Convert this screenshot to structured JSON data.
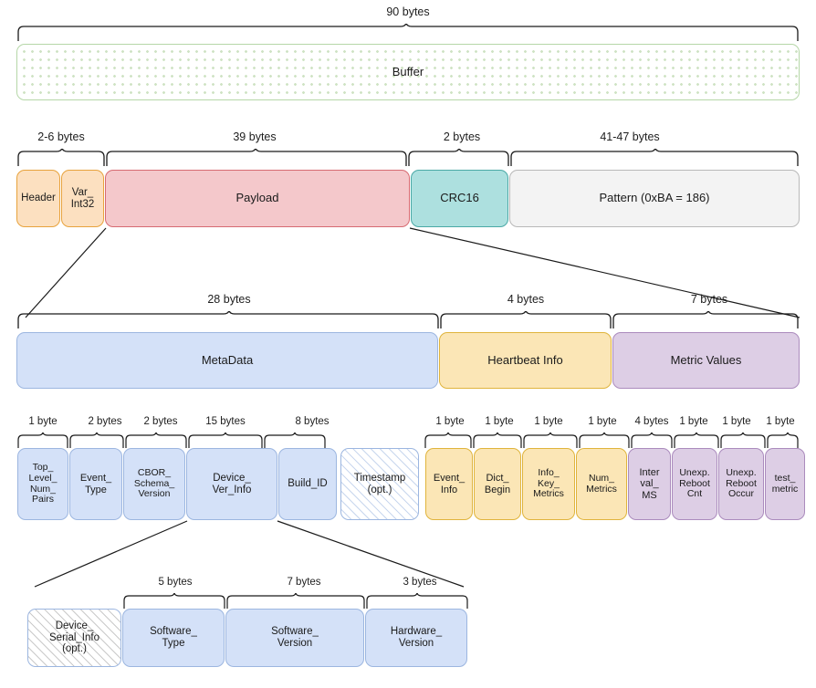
{
  "diagram": {
    "title": "Buffer packet byte layout",
    "colors": {
      "buffer_fill": "#ffffff",
      "buffer_stroke": "#b6d7a8",
      "orange": "#fce0c0",
      "pink": "#f4c8cb",
      "teal": "#ade0df",
      "grey": "#f3f3f3",
      "blue": "#d4e1f8",
      "yellow": "#fbe6b6",
      "purple": "#ddcee5"
    }
  },
  "row1": {
    "brace_label": "90 bytes",
    "blocks": [
      {
        "label": "Buffer",
        "style": "buffer"
      }
    ]
  },
  "row2": {
    "brace_labels": [
      "2-6 bytes",
      "39 bytes",
      "2 bytes",
      "41-47 bytes"
    ],
    "blocks": [
      {
        "label": "Header",
        "style": "orange"
      },
      {
        "label": "Var_\nInt32",
        "style": "orange"
      },
      {
        "label": "Payload",
        "style": "pink"
      },
      {
        "label": "CRC16",
        "style": "teal"
      },
      {
        "label": "Pattern (0xBA = 186)",
        "style": "grey"
      }
    ]
  },
  "row3": {
    "brace_labels": [
      "28 bytes",
      "4 bytes",
      "7 bytes"
    ],
    "blocks": [
      {
        "label": "MetaData",
        "style": "blue"
      },
      {
        "label": "Heartbeat Info",
        "style": "yellow"
      },
      {
        "label": "Metric Values",
        "style": "purple"
      }
    ]
  },
  "row4": {
    "brace_labels": [
      "1 byte",
      "2 bytes",
      "2 bytes",
      "15 bytes",
      "8 bytes",
      "1 byte",
      "1 byte",
      "1 byte",
      "1 byte",
      "4 bytes",
      "1 byte",
      "1 byte",
      "1 byte"
    ],
    "blocks": [
      {
        "label": "Top_\nLevel_\nNum_\nPairs",
        "style": "blue"
      },
      {
        "label": "Event_\nType",
        "style": "blue"
      },
      {
        "label": "CBOR_\nSchema_\nVersion",
        "style": "blue"
      },
      {
        "label": "Device_\nVer_Info",
        "style": "blue"
      },
      {
        "label": "Build_ID",
        "style": "blue"
      },
      {
        "label": "Timestamp\n(opt.)",
        "style": "hatchblue"
      },
      {
        "label": "Event_\nInfo",
        "style": "yellow"
      },
      {
        "label": "Dict_\nBegin",
        "style": "yellow"
      },
      {
        "label": "Info_\nKey_\nMetrics",
        "style": "yellow"
      },
      {
        "label": "Num_\nMetrics",
        "style": "yellow"
      },
      {
        "label": "Inter\nval_\nMS",
        "style": "purple"
      },
      {
        "label": "Unexp.\nReboot\nCnt",
        "style": "purple"
      },
      {
        "label": "Unexp.\nReboot\nOccur",
        "style": "purple"
      },
      {
        "label": "test_\nmetric",
        "style": "purple"
      }
    ]
  },
  "row5": {
    "brace_labels": [
      "5 bytes",
      "7 bytes",
      "3 bytes"
    ],
    "blocks": [
      {
        "label": "Device_\nSerial_Info\n(opt.)",
        "style": "hatchgrey"
      },
      {
        "label": "Software_\nType",
        "style": "blue"
      },
      {
        "label": "Software_\nVersion",
        "style": "blue"
      },
      {
        "label": "Hardware_\nVersion",
        "style": "blue"
      }
    ]
  }
}
